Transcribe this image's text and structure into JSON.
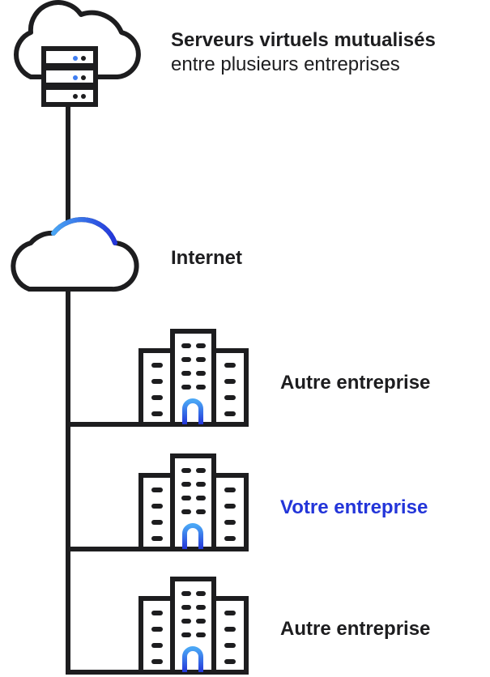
{
  "colors": {
    "ink": "#1d1d1f",
    "accent": "#2335d9",
    "accent_light": "#3f7df0"
  },
  "server": {
    "title": "Serveurs virtuels mutualisés",
    "subtitle": "entre plusieurs entreprises"
  },
  "internet": {
    "label": "Internet"
  },
  "companies": [
    {
      "label": "Autre entreprise",
      "highlight": false
    },
    {
      "label": "Votre entreprise",
      "highlight": true
    },
    {
      "label": "Autre entreprise",
      "highlight": false
    }
  ]
}
